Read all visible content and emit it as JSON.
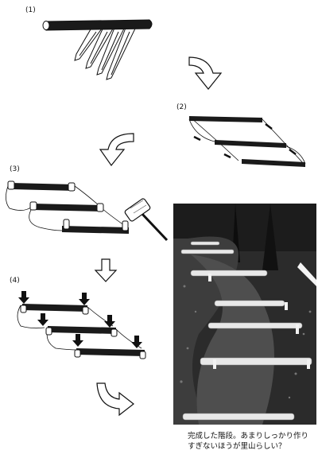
{
  "steps": [
    {
      "label": "(1)"
    },
    {
      "label": "(2)"
    },
    {
      "label": "(3)"
    },
    {
      "label": "(4)"
    }
  ],
  "caption": {
    "line1": "完成した階段。あまりしっかり作り",
    "line2": "すぎないほうが里山らしい？"
  },
  "colors": {
    "ink": "#111111",
    "wood": "#1a1a1a",
    "photo_dark": "#2b2b2b",
    "paper": "#ffffff"
  },
  "icons": [
    "curved-arrow-icon",
    "down-arrow-icon",
    "mallet-icon",
    "stake-icon"
  ]
}
